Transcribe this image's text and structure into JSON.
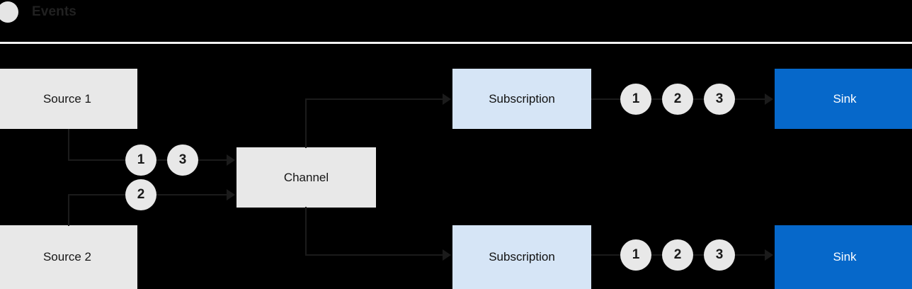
{
  "legend": {
    "marker_icon": "event-dot-icon",
    "label": "Events",
    "marker_color": "#e5e5e5",
    "rule_color": "#f2f2f2"
  },
  "colors": {
    "background": "#000000",
    "node_grey": "#e8e8e8",
    "node_lightblue": "#d6e5f6",
    "node_blue": "#0668ca",
    "line": "#1b1b1b",
    "token_fill": "#e8e8e8",
    "token_text": "#1a1a1a",
    "text_dark": "#151515",
    "text_light": "#ffffff"
  },
  "nodes": {
    "source1": {
      "label": "Source 1",
      "style": "grey"
    },
    "source2": {
      "label": "Source 2",
      "style": "grey"
    },
    "channel": {
      "label": "Channel",
      "style": "grey"
    },
    "subscription_top": {
      "label": "Subscription",
      "style": "lightblue"
    },
    "subscription_bottom": {
      "label": "Subscription",
      "style": "lightblue"
    },
    "sink_top": {
      "label": "Sink",
      "style": "blue"
    },
    "sink_bottom": {
      "label": "Sink",
      "style": "blue"
    }
  },
  "tokens": {
    "source1_to_channel": [
      "1",
      "3"
    ],
    "source2_to_channel": [
      "2"
    ],
    "subscription_top_to_sink": [
      "1",
      "2",
      "3"
    ],
    "subscription_bottom_to_sink": [
      "1",
      "2",
      "3"
    ]
  }
}
